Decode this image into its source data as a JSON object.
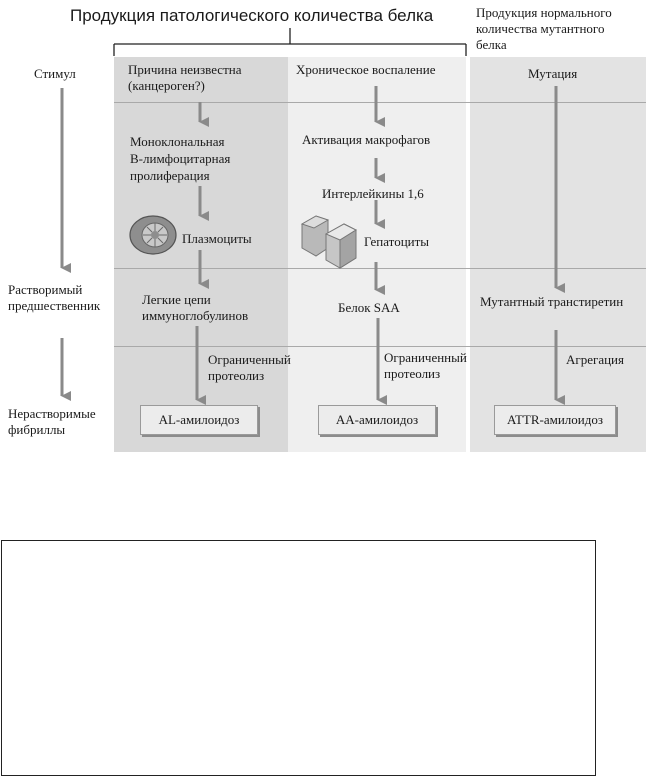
{
  "header": {
    "left_title": "Продукция патологического количества белка",
    "right_title_lines": [
      "Продукция нормального",
      "количества мутантного",
      "белка"
    ]
  },
  "rows": {
    "stimulus": "Стимул",
    "soluble_precursor_lines": [
      "Растворимый",
      "предшественник"
    ],
    "insoluble_fibrils_lines": [
      "Нерастворимые",
      "фибриллы"
    ]
  },
  "col_al": {
    "cause_lines": [
      "Причина неизвестна",
      "(канцероген?)"
    ],
    "proliferation_lines": [
      "Моноклональная",
      "B-лимфоцитарная",
      "пролиферация"
    ],
    "cells": "Плазмоциты",
    "precursor_lines": [
      "Легкие цепи",
      "иммуноглобулинов"
    ],
    "process_lines": [
      "Ограниченный",
      "протеолиз"
    ],
    "result": "AL-амилоидоз"
  },
  "col_aa": {
    "cause": "Хроническое воспаление",
    "activation": "Активация макрофагов",
    "interleukins": "Интерлейкины 1,6",
    "cells": "Гепатоциты",
    "precursor": "Белок SAA",
    "process_lines": [
      "Ограниченный",
      "протеолиз"
    ],
    "result": "AA-амилоидоз"
  },
  "col_attr": {
    "cause": "Мутация",
    "precursor": "Мутантный транстиретин",
    "process": "Агрегация",
    "result": "ATTR-амилоидоз"
  },
  "colors": {
    "panel_dark": "#d8d8d8",
    "panel_light": "#efefef",
    "panel_mid": "#e3e3e3",
    "arrow": "#8a8a8a",
    "box_fill": "#ececec"
  }
}
